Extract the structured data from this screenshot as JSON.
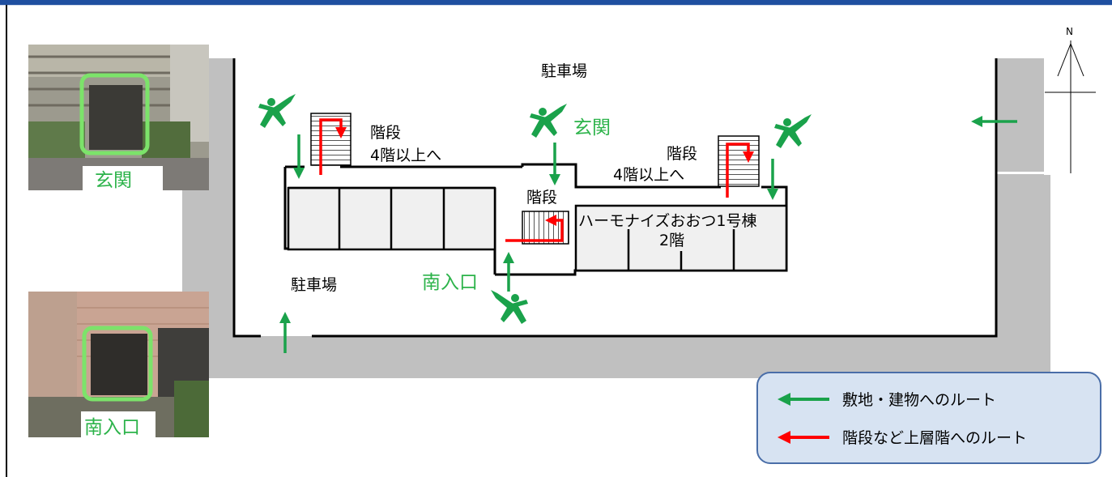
{
  "colors": {
    "top_bar": "#1f4fa0",
    "route_green": "#1aa24b",
    "route_red": "#ff0000",
    "label_green": "#2cb34a",
    "photo_frame": "#7ce36a",
    "sidewalk_gray": "#c0c0c0",
    "legend_bg": "#d7e3f2",
    "legend_border": "#4a6ea8"
  },
  "map": {
    "parking_top": "駐車場",
    "parking_left": "駐車場",
    "stairs_left": {
      "title": "階段",
      "sub": "4階以上へ"
    },
    "stairs_right": {
      "title": "階段",
      "sub": "4階以上へ"
    },
    "stairs_center": "階段",
    "entrance_label": "玄関",
    "south_entrance_label": "南入口",
    "building_name": "ハーモナイズおおつ1号棟",
    "building_floor": "2階",
    "compass_north": "N"
  },
  "photos": {
    "entrance_caption": "玄関",
    "south_caption": "南入口"
  },
  "legend": {
    "items": [
      {
        "label": "敷地・建物へのルート",
        "color": "#1aa24b",
        "icon": "arrow-left-green"
      },
      {
        "label": "階段など上層階へのルート",
        "color": "#ff0000",
        "icon": "arrow-left-red"
      }
    ]
  }
}
